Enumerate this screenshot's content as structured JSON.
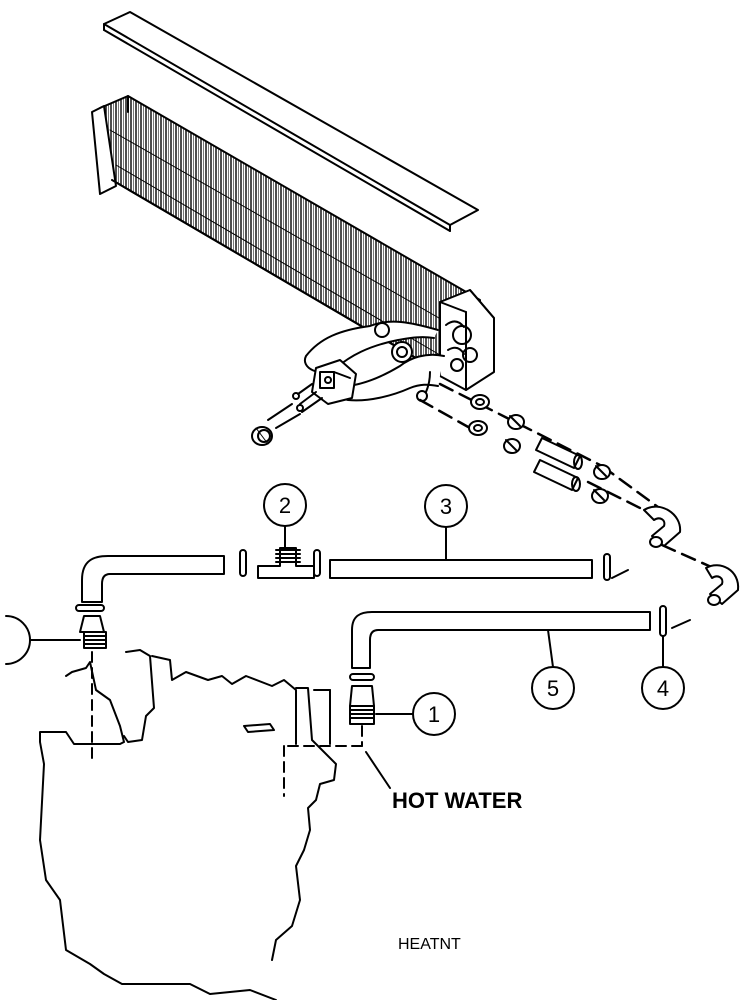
{
  "callouts": [
    "1",
    "2",
    "3",
    "4",
    "5"
  ],
  "hot_water_label": "HOT WATER",
  "figure_code": "HEATNT",
  "colors": {
    "line": "#000000",
    "fill": "#ffffff",
    "fin": "#333333"
  }
}
